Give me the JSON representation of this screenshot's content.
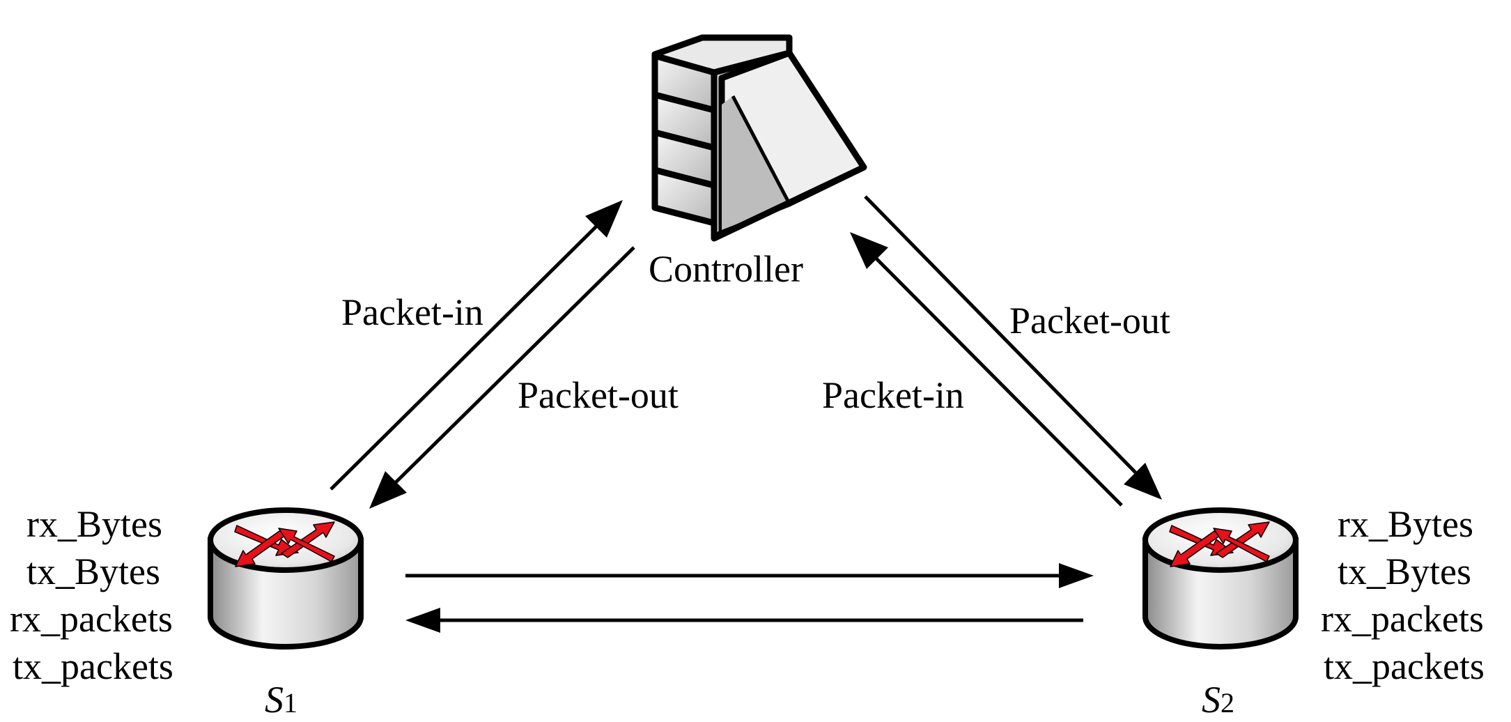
{
  "controller": {
    "label": "Controller",
    "icon": "server-icon"
  },
  "switch_left": {
    "name_main": "S",
    "name_sub": "1",
    "icon": "router-icon",
    "stats": [
      "rx_Bytes",
      "tx_Bytes",
      "rx_packets",
      "tx_packets"
    ]
  },
  "switch_right": {
    "name_main": "S",
    "name_sub": "2",
    "icon": "router-icon",
    "stats": [
      "rx_Bytes",
      "tx_Bytes",
      "rx_packets",
      "tx_packets"
    ]
  },
  "links": {
    "left_up": "Packet-in",
    "left_down": "Packet-out",
    "right_down": "Packet-out",
    "right_up": "Packet-in"
  },
  "colors": {
    "arrow_red": "#e8101a",
    "line": "#000000"
  }
}
